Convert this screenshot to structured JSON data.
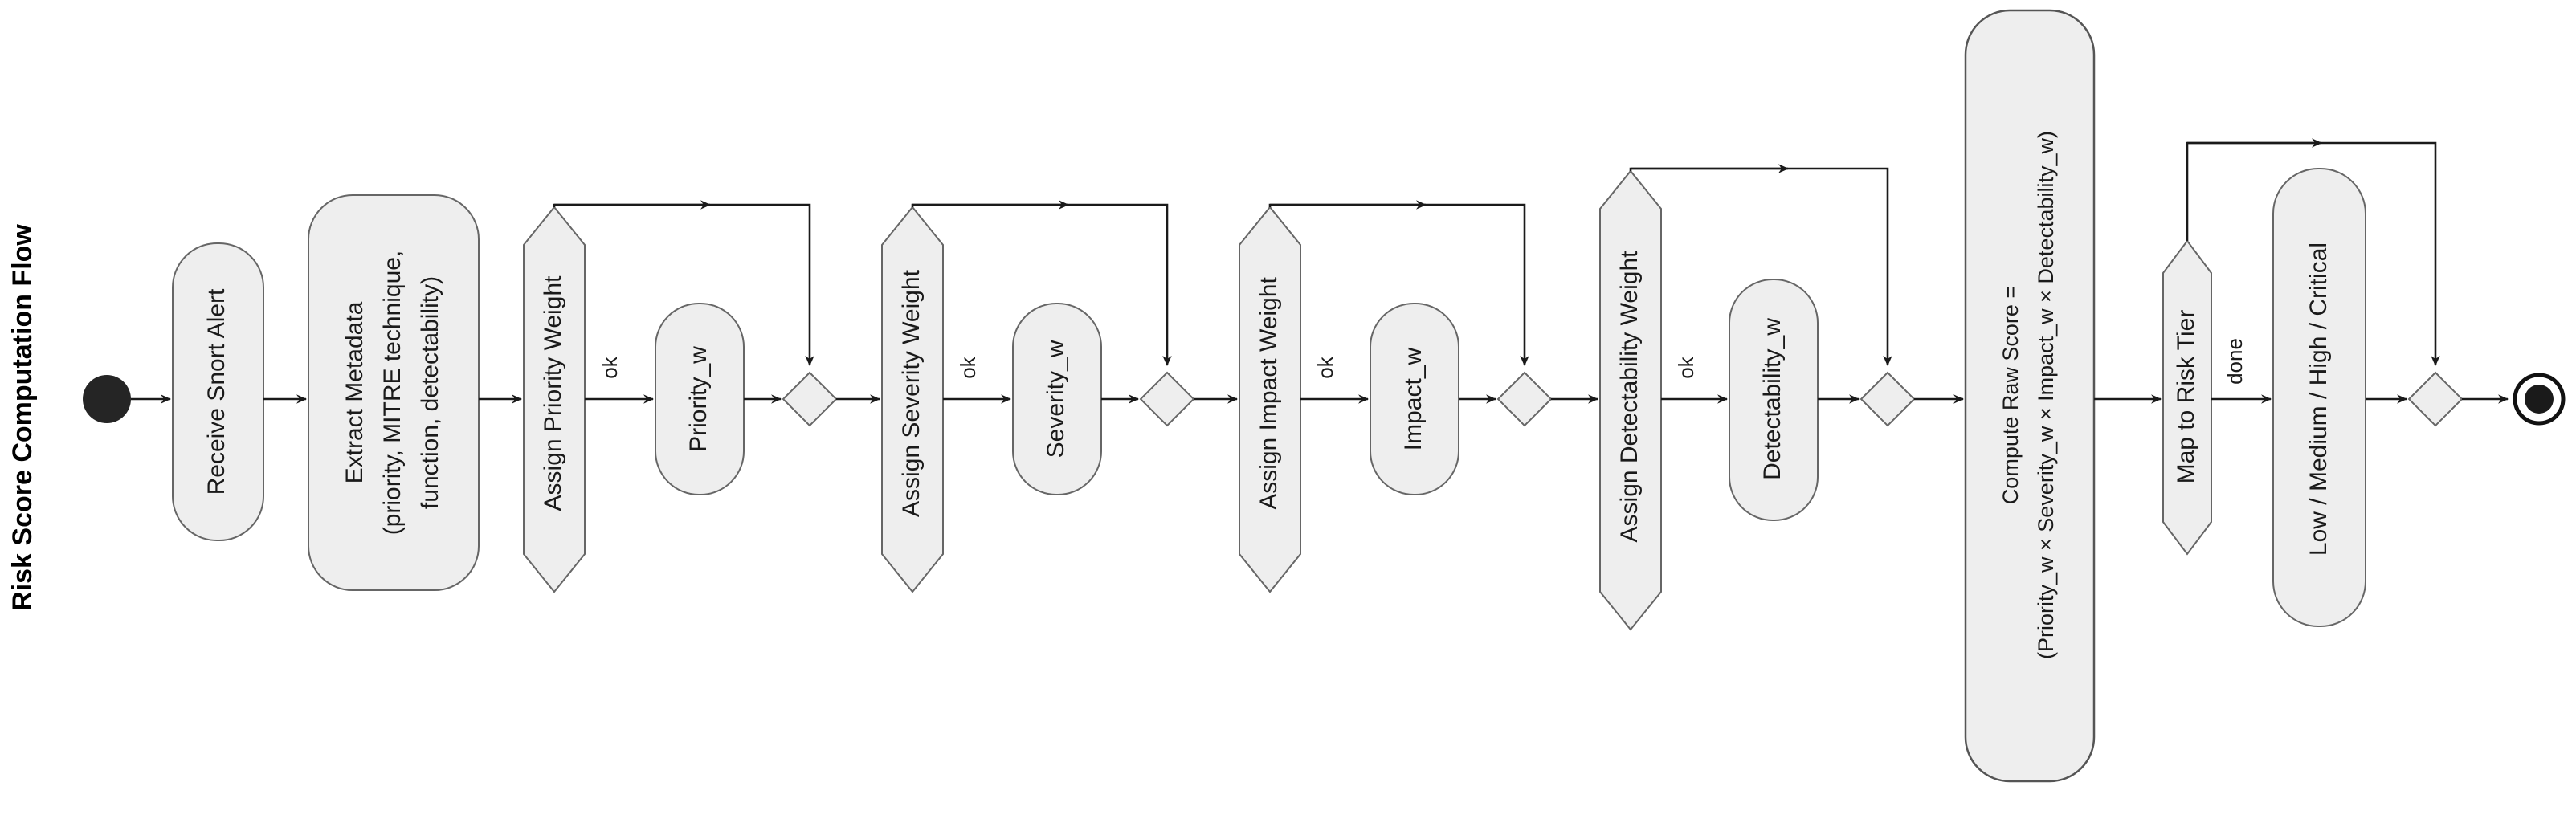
{
  "diagram": {
    "title": "Risk Score Computation Flow",
    "title_orientation": "vertical-bottom-to-top",
    "background_color": "#ffffff",
    "node_fill": "#eeeeee",
    "node_stroke": "#666666",
    "edge_color": "#1a1a1a",
    "text_color": "#1a1a1a",
    "orientation": "left-to-right",
    "text_orientation": "rotated-90-ccw"
  },
  "nodes": {
    "start": {
      "type": "start-node",
      "label": ""
    },
    "receive_alert": {
      "type": "rounded-rect",
      "label": "Receive Snort Alert"
    },
    "extract_metadata": {
      "type": "rounded-rect",
      "label_line1": "Extract Metadata",
      "label_line2": "(priority, MITRE technique,",
      "label_line3": "function, detectability)"
    },
    "assign_priority": {
      "type": "hexagon",
      "label": "Assign Priority Weight"
    },
    "priority_w": {
      "type": "rounded-rect",
      "label": "Priority_w"
    },
    "merge_priority": {
      "type": "diamond",
      "label": ""
    },
    "assign_severity": {
      "type": "hexagon",
      "label": "Assign Severity Weight"
    },
    "severity_w": {
      "type": "rounded-rect",
      "label": "Severity_w"
    },
    "merge_severity": {
      "type": "diamond",
      "label": ""
    },
    "assign_impact": {
      "type": "hexagon",
      "label": "Assign Impact Weight"
    },
    "impact_w": {
      "type": "rounded-rect",
      "label": "Impact_w"
    },
    "merge_impact": {
      "type": "diamond",
      "label": ""
    },
    "assign_detectability": {
      "type": "hexagon",
      "label": "Assign Detectability Weight"
    },
    "detectability_w": {
      "type": "rounded-rect",
      "label": "Detectability_w"
    },
    "merge_detectability": {
      "type": "diamond",
      "label": ""
    },
    "compute_raw_score": {
      "type": "rounded-rect",
      "label_line1": "Compute Raw Score =",
      "label_line2": "(Priority_w × Severity_w × Impact_w × Detectability_w)"
    },
    "map_risk_tier": {
      "type": "hexagon",
      "label": "Map to Risk Tier"
    },
    "risk_tiers": {
      "type": "rounded-rect",
      "label": "Low / Medium / High / Critical"
    },
    "merge_final": {
      "type": "diamond",
      "label": ""
    },
    "end": {
      "type": "end-node",
      "label": ""
    }
  },
  "edge_labels": {
    "priority_ok": "ok",
    "severity_ok": "ok",
    "impact_ok": "ok",
    "detectability_ok": "ok",
    "risk_tier_done": "done"
  },
  "flow_sequence": [
    "start",
    "receive_alert",
    "extract_metadata",
    "assign_priority",
    "priority_w",
    "merge_priority",
    "assign_severity",
    "severity_w",
    "merge_severity",
    "assign_impact",
    "impact_w",
    "merge_impact",
    "assign_detectability",
    "detectability_w",
    "merge_detectability",
    "compute_raw_score",
    "map_risk_tier",
    "risk_tiers",
    "merge_final",
    "end"
  ]
}
